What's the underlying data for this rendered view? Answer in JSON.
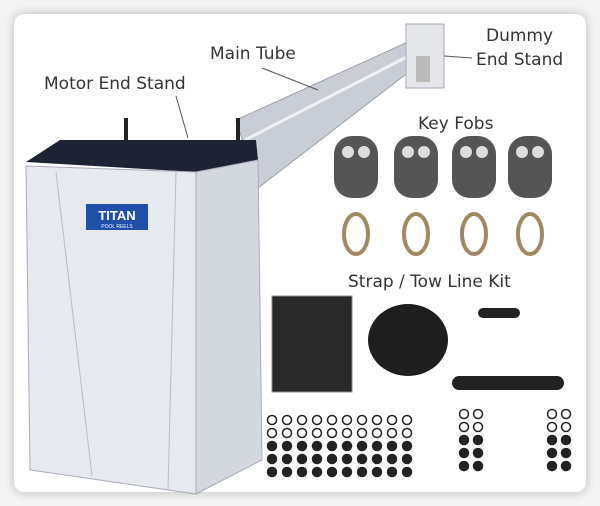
{
  "labels": {
    "main_tube": "Main Tube",
    "motor_end_stand": "Motor End Stand",
    "dummy_end_stand_line1": "Dummy",
    "dummy_end_stand_line2": "End Stand",
    "key_fobs": "Key Fobs",
    "strap_kit": "Strap / Tow Line Kit"
  },
  "logo": {
    "brand": "TITAN",
    "sub": "POOL REELS"
  },
  "colors": {
    "logo_blue": "#1f4fa8",
    "stand_body": "#e6e9ee",
    "lid": "#1d2333"
  }
}
